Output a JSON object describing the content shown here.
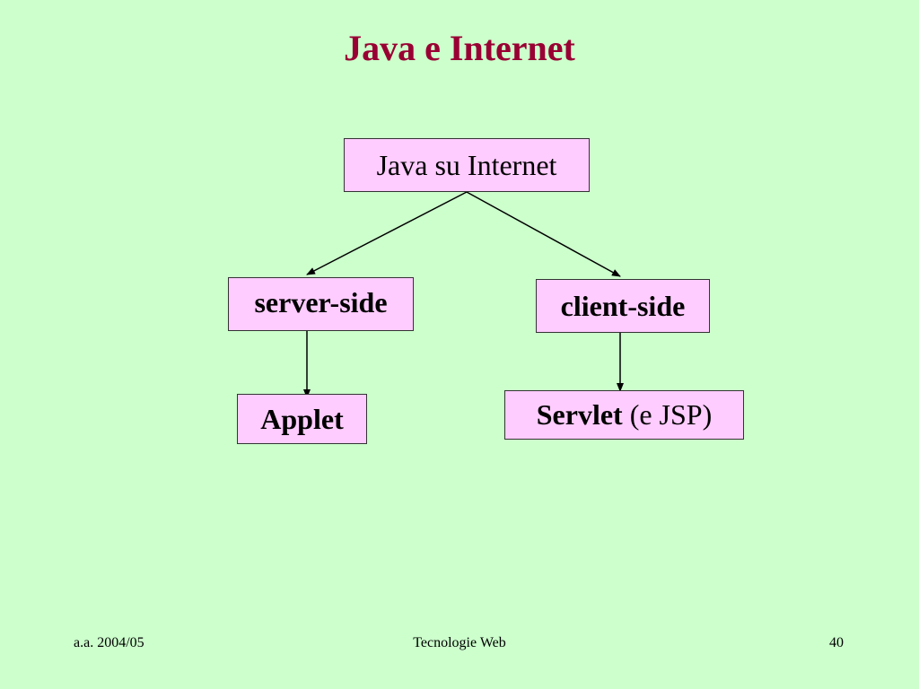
{
  "slide": {
    "title": "Java e Internet"
  },
  "diagram": {
    "root": "Java su Internet",
    "left_branch": "server-side",
    "right_branch": "client-side",
    "left_leaf": "Applet",
    "right_leaf_bold": "Servlet",
    "right_leaf_rest": "(e JSP)"
  },
  "footer": {
    "left": "a.a. 2004/05",
    "center": "Tecnologie Web",
    "page_number": "40"
  },
  "colors": {
    "background": "#ccffcc",
    "title": "#990033",
    "box_fill": "#ffccff"
  }
}
